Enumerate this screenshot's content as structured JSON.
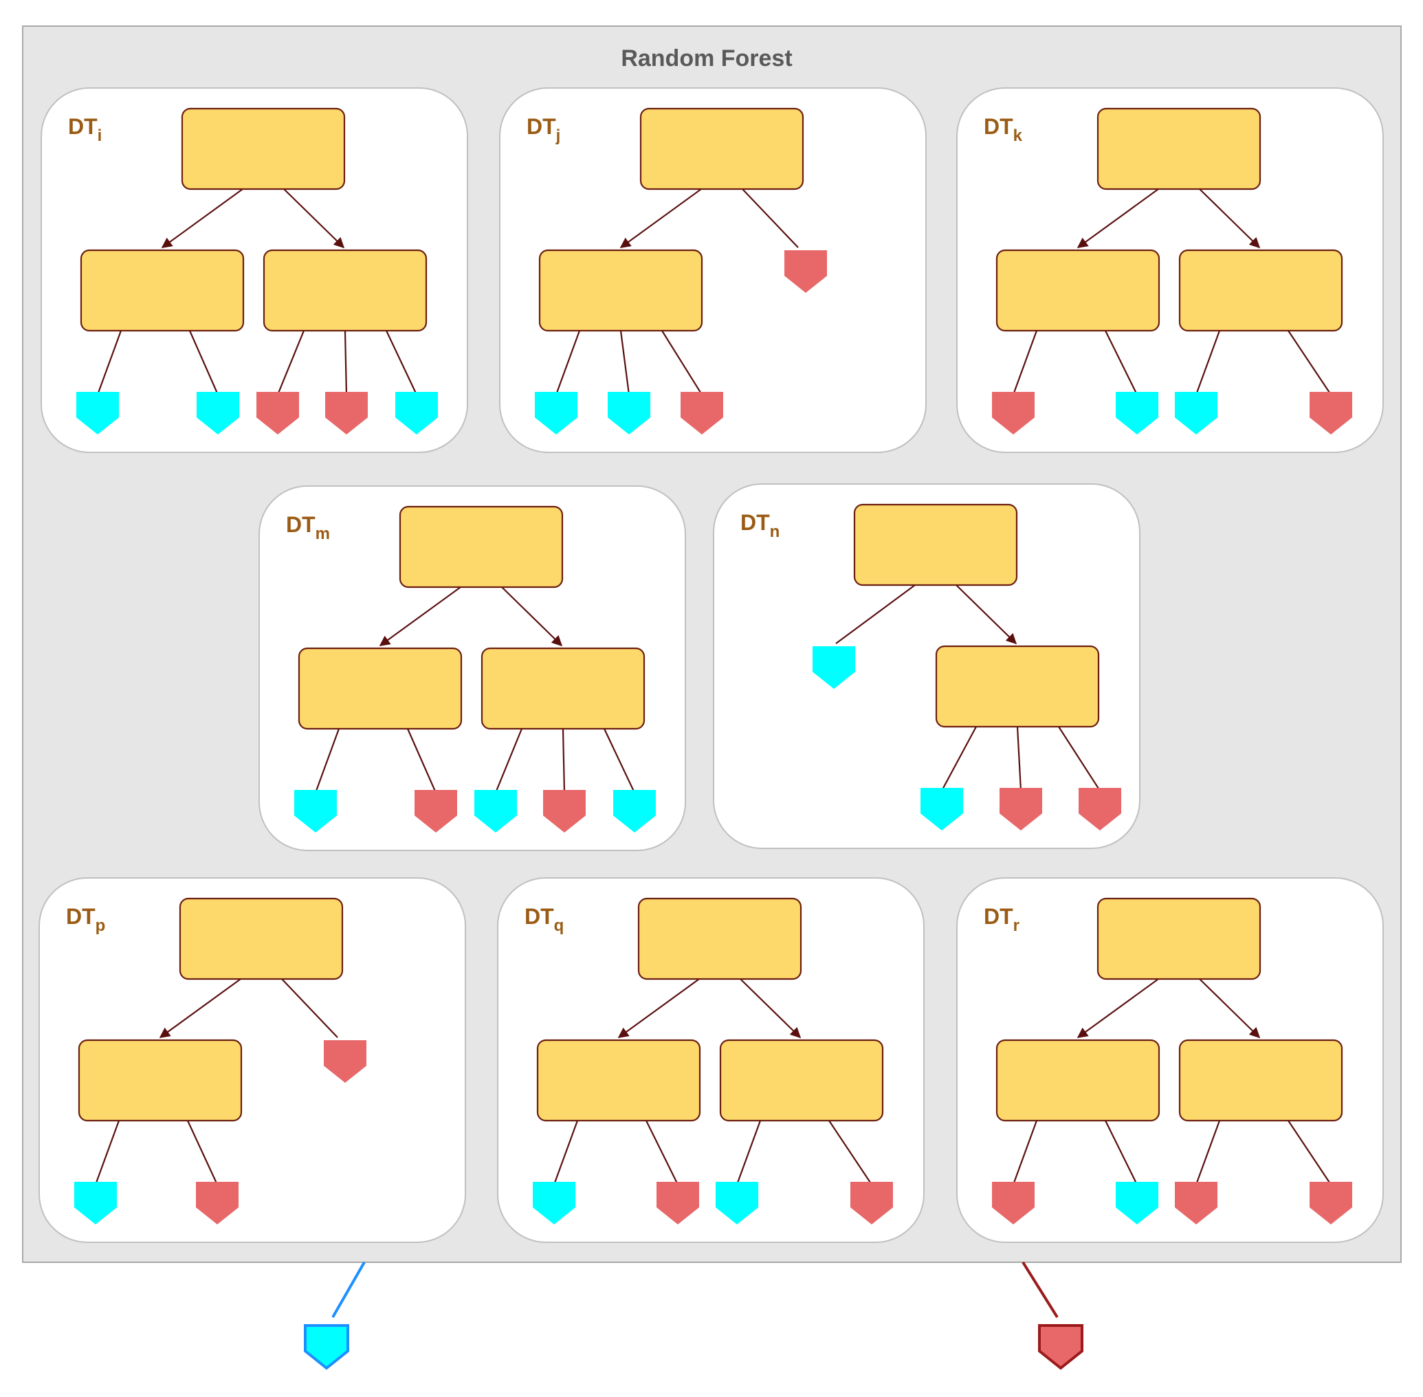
{
  "title": "Random Forest",
  "colors": {
    "forest_bg": "#e6e6e6",
    "forest_border": "#a8a8a8",
    "panel_bg": "#ffffff",
    "panel_border": "#c0c0c0",
    "node_fill": "#fdd86b",
    "node_border": "#6b1e10",
    "edge": "#5a0f0f",
    "leaf_cyan": "#00ffff",
    "leaf_red": "#e8686a",
    "label": "#9a5b14",
    "output_cyan_stroke": "#1e8fff",
    "output_red_stroke": "#9b1a1a"
  },
  "trees": [
    {
      "base": "DT",
      "sub": "i",
      "structure": "full",
      "leaves": [
        "cyan",
        "cyan",
        "red",
        "red",
        "cyan"
      ]
    },
    {
      "base": "DT",
      "sub": "j",
      "structure": "left-only",
      "leaves": [
        "cyan",
        "cyan",
        "red",
        "red"
      ]
    },
    {
      "base": "DT",
      "sub": "k",
      "structure": "full",
      "leaves": [
        "red",
        "cyan",
        "cyan",
        "red"
      ]
    },
    {
      "base": "DT",
      "sub": "m",
      "structure": "full",
      "leaves": [
        "cyan",
        "red",
        "cyan",
        "red",
        "cyan"
      ]
    },
    {
      "base": "DT",
      "sub": "n",
      "structure": "right-only",
      "leaves": [
        "cyan",
        "cyan",
        "red",
        "red"
      ]
    },
    {
      "base": "DT",
      "sub": "p",
      "structure": "left-only",
      "leaves": [
        "cyan",
        "red",
        "red"
      ]
    },
    {
      "base": "DT",
      "sub": "q",
      "structure": "full",
      "leaves": [
        "cyan",
        "red",
        "cyan",
        "red"
      ]
    },
    {
      "base": "DT",
      "sub": "r",
      "structure": "full",
      "leaves": [
        "red",
        "cyan",
        "red",
        "red"
      ]
    }
  ],
  "outputs": [
    "cyan",
    "red"
  ]
}
